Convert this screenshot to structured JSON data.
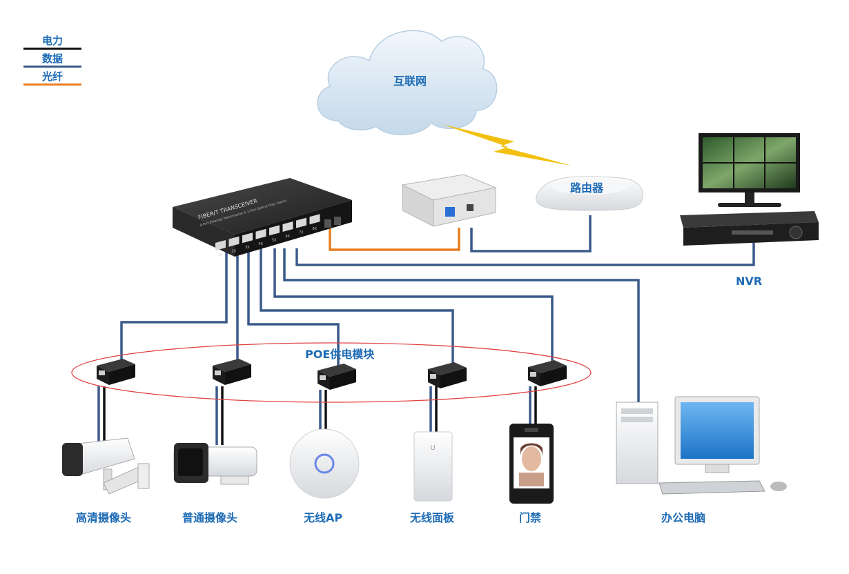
{
  "legend": [
    {
      "label": "电力",
      "color": "#111111"
    },
    {
      "label": "数据",
      "color": "#3a5a8a"
    },
    {
      "label": "光纤",
      "color": "#e87d22"
    }
  ],
  "cloud": {
    "label": "互联网"
  },
  "router": {
    "label": "路由器"
  },
  "nvr": {
    "label": "NVR"
  },
  "switch": {
    "brand_text": "FIBER/T TRANSCEIVER",
    "sub_text": "8-Port Ethernet Transmission & 1-Port Optical Fiber Switch",
    "ports": [
      "1X",
      "2X",
      "3X",
      "4X",
      "5X",
      "6X",
      "7X",
      "8X"
    ]
  },
  "poe": {
    "label": "POE供电模块"
  },
  "devices": [
    {
      "label": "高清摄像头"
    },
    {
      "label": "普通摄像头"
    },
    {
      "label": "无线AP"
    },
    {
      "label": "无线面板"
    },
    {
      "label": "门禁"
    },
    {
      "label": "办公电脑"
    }
  ],
  "colors": {
    "data_line": "#3a5a8a",
    "power_line": "#111111",
    "fiber_line": "#e87d22",
    "label_blue": "#1d6bb5",
    "ellipse": "#e04040",
    "lightning": "#f2c010"
  }
}
